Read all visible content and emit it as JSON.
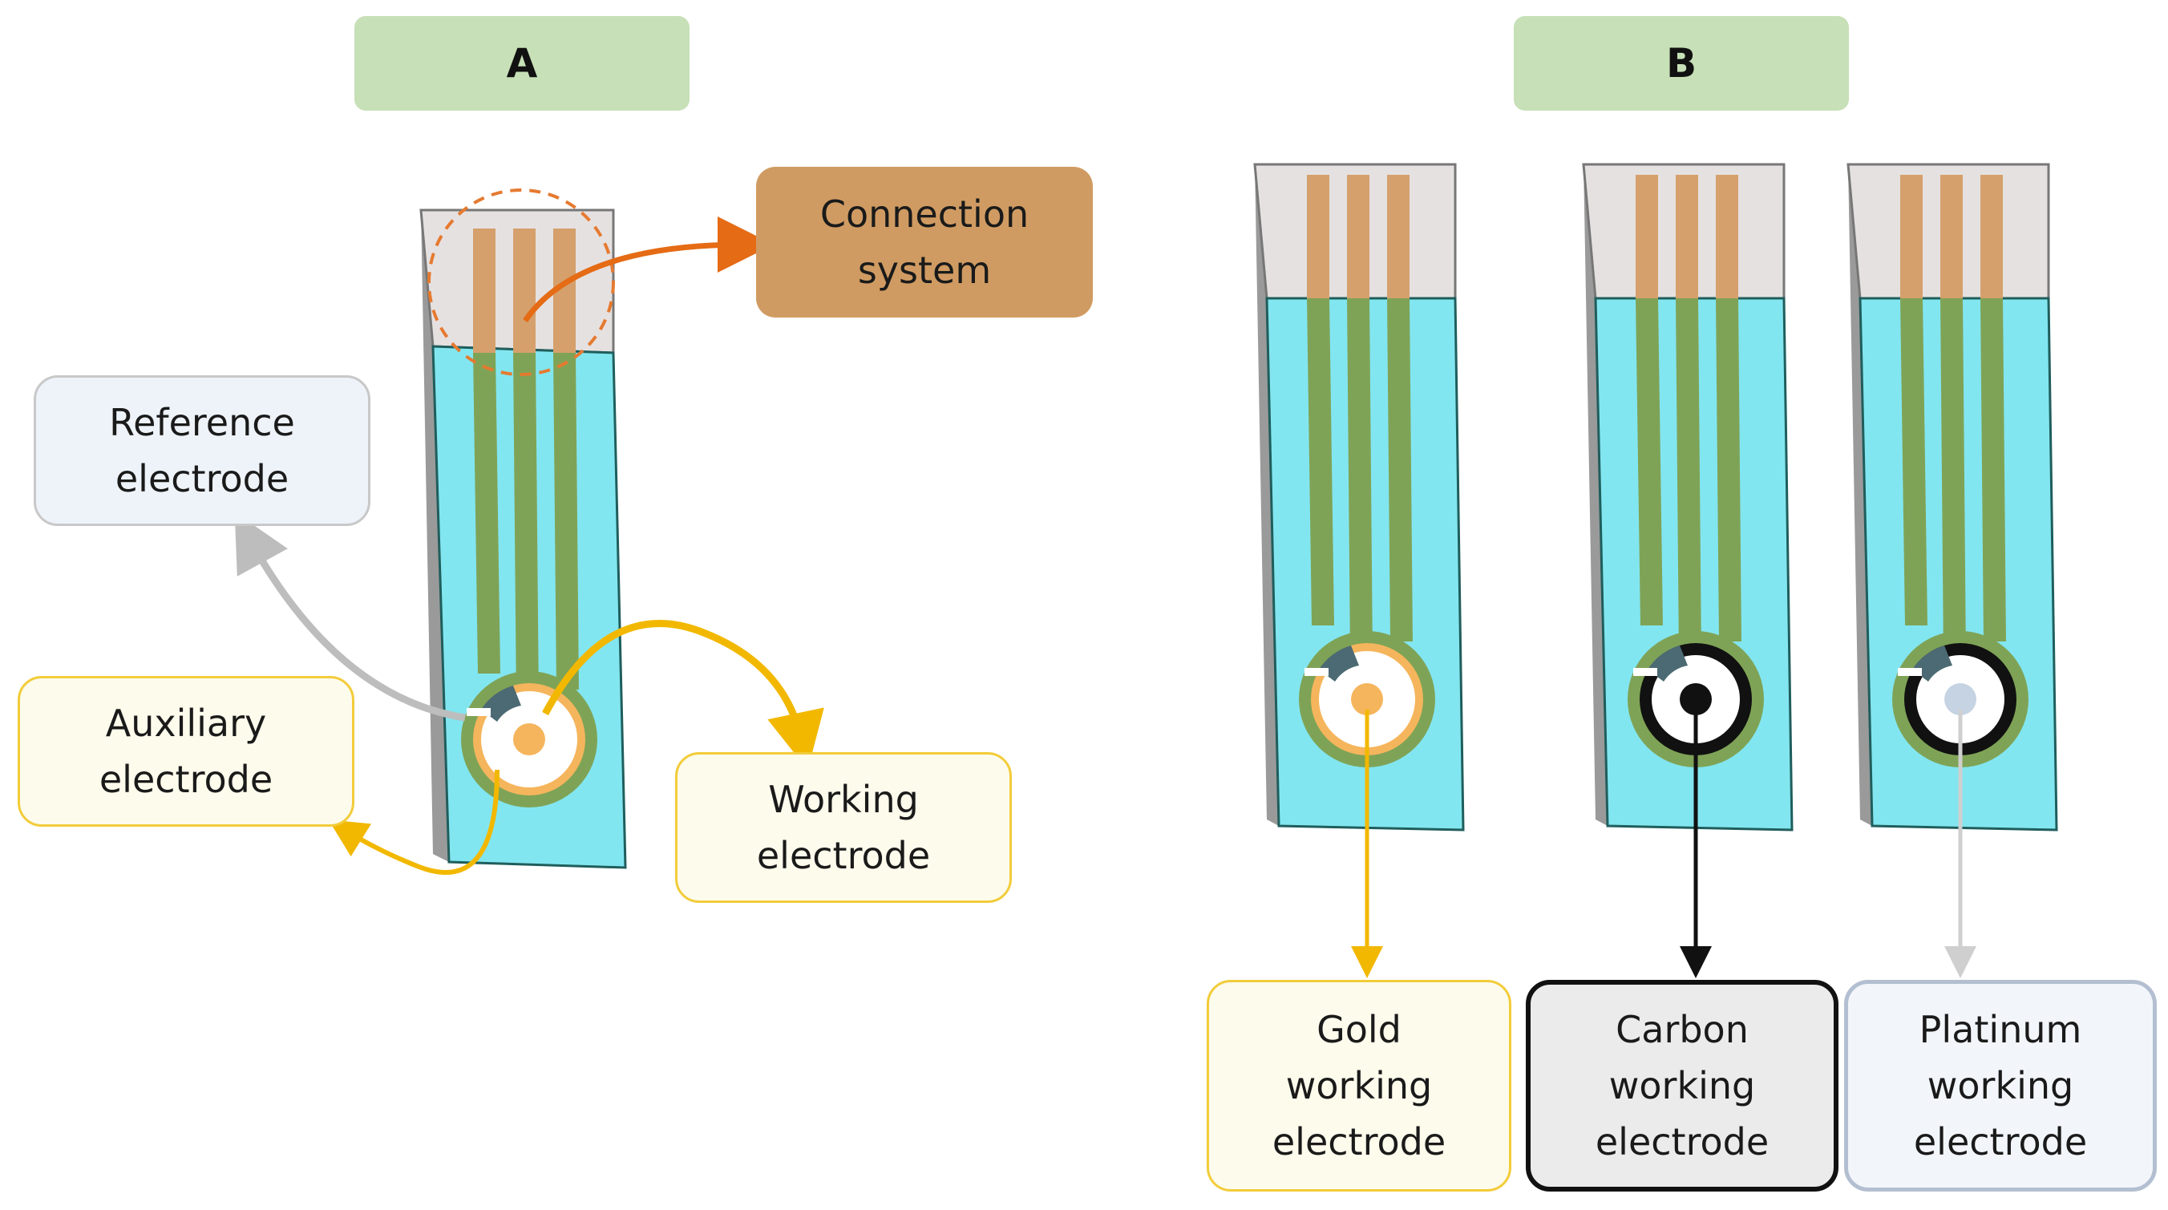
{
  "panels": {
    "a": {
      "tag": "A"
    },
    "b": {
      "tag": "B"
    }
  },
  "panel_a_labels": {
    "connection": [
      "Connection",
      "system"
    ],
    "reference": [
      "Reference",
      "electrode"
    ],
    "auxiliary": [
      "Auxiliary",
      "electrode"
    ],
    "working": [
      "Working",
      "electrode"
    ]
  },
  "panel_b_labels": {
    "gold": [
      "Gold",
      "working",
      "electrode"
    ],
    "carbon": [
      "Carbon",
      "working",
      "electrode"
    ],
    "platinum": [
      "Platinum",
      "working",
      "electrode"
    ]
  },
  "colors": {
    "tag_fill": "#c7e0b7",
    "strip_blue": "#82e6f0",
    "strip_top": "#e6e1e1",
    "trace_green": "#7fa356",
    "contact_tan": "#d5a06c",
    "gold": "#f5b55c",
    "carbon": "#111111",
    "platinum": "#c5d3e3",
    "connection_box": "#d09b62",
    "connection_arrow": "#e56b15",
    "reference_arrow": "#bdbdbd",
    "working_arrow": "#f2b800"
  }
}
